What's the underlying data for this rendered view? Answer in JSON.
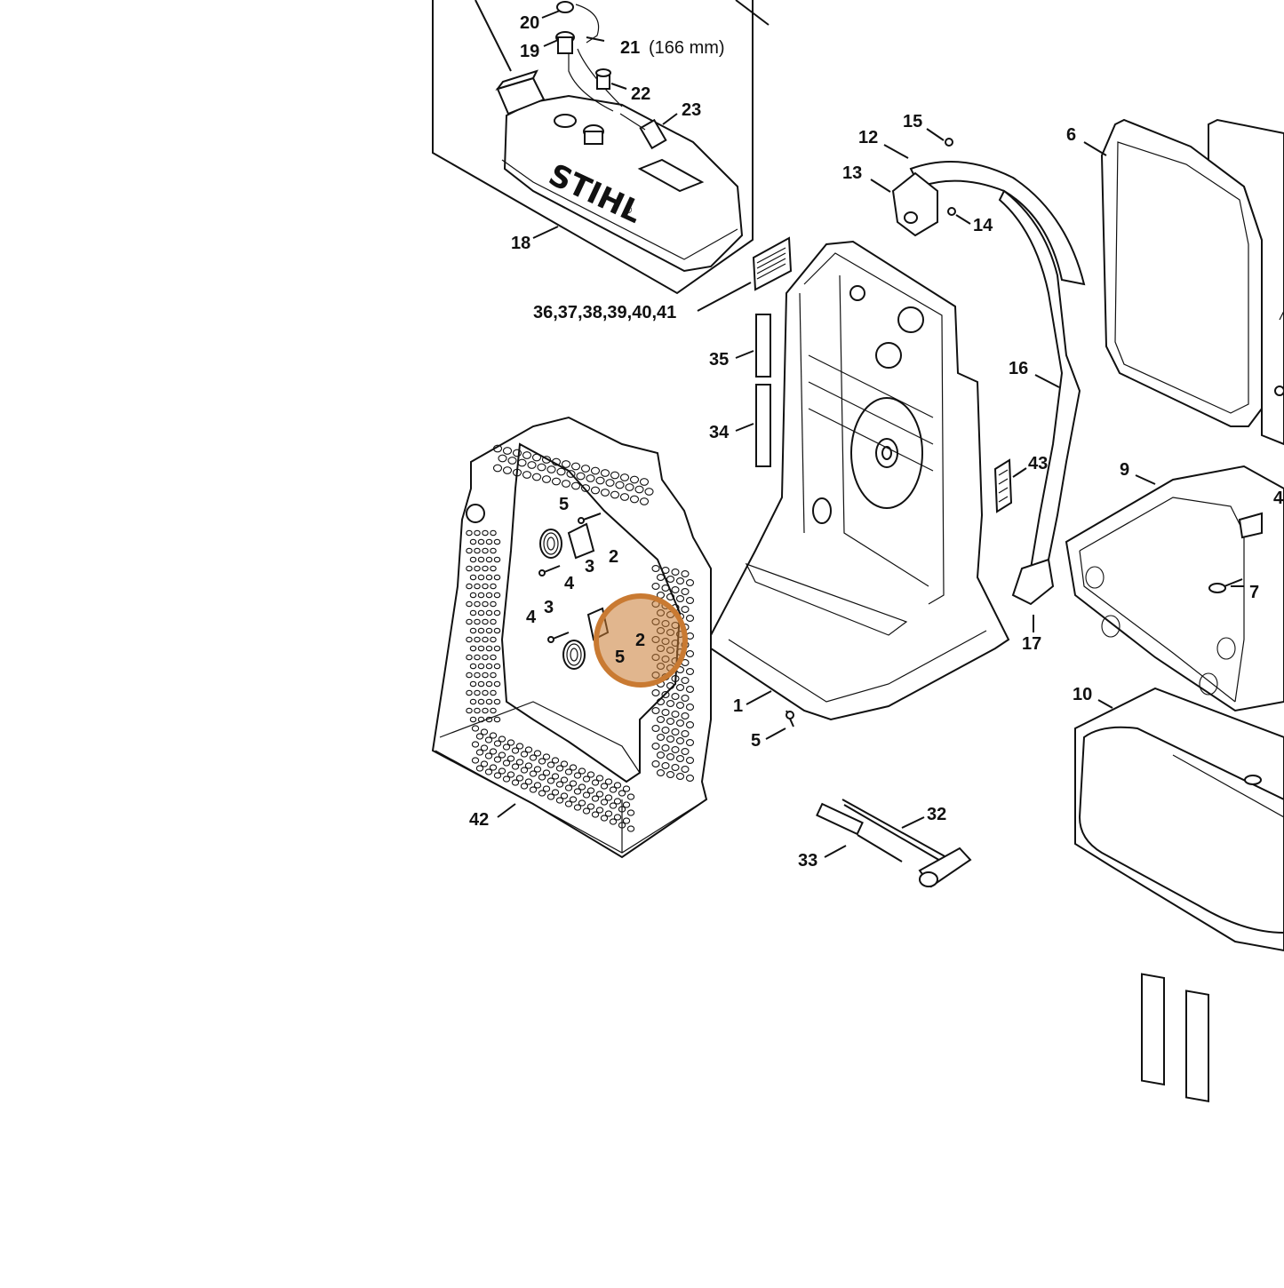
{
  "brand": "STIHL",
  "brand_mark": "®",
  "highlight_color": "#c97a32",
  "labels": {
    "p1": "1",
    "p2a": "2",
    "p2b": "2",
    "p3a": "3",
    "p3b": "3",
    "p4a": "4",
    "p4b": "4",
    "p5a": "5",
    "p5b": "5",
    "p5c": "5",
    "p6": "6",
    "p7": "7",
    "p9": "9",
    "p10": "10",
    "p12": "12",
    "p13": "13",
    "p14": "14",
    "p15": "15",
    "p16": "16",
    "p17": "17",
    "p18": "18",
    "p19": "19",
    "p20": "20",
    "p21": "21",
    "p21_note": "(166 mm)",
    "p22": "22",
    "p23": "23",
    "p32": "32",
    "p33": "33",
    "p34": "34",
    "p35": "35",
    "p36_41": "36,37,38,39,40,41",
    "p42": "42",
    "p43": "43",
    "p4c": "4"
  }
}
